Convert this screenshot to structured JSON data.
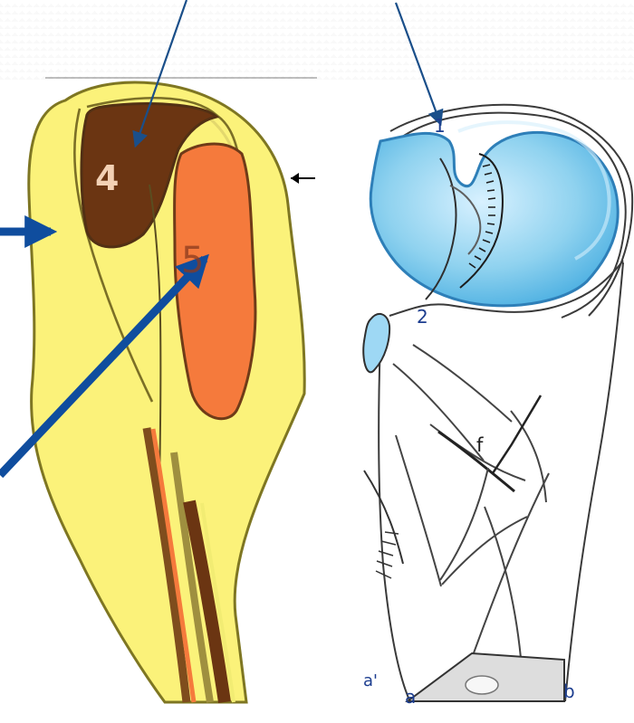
{
  "left_diagram": {
    "labels": {
      "region_4": "4",
      "region_5": "5"
    }
  },
  "right_diagram": {
    "labels": {
      "point_1": "1",
      "point_2": "2",
      "point_f": "f",
      "corner_a": "a",
      "corner_b": "b",
      "corner_a_prime": "a'"
    }
  },
  "colors": {
    "outer_body": "#fbf27a",
    "dark_region": "#6b3512",
    "orange_region": "#f57a3c",
    "thin_arrow": "#1a4f8a",
    "thick_arrow": "#0f4d9e",
    "ice_blue": "#8fd2ef"
  }
}
